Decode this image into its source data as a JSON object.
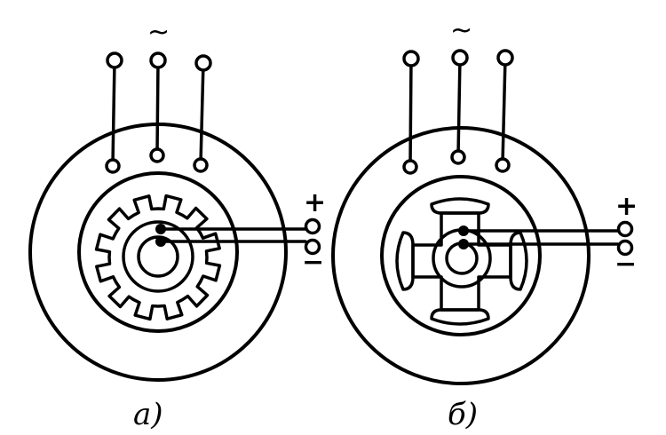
{
  "figures": [
    {
      "id": "a",
      "caption": "а)",
      "supply_symbol": "~",
      "dc_plus": "+",
      "dc_minus": "−",
      "rotor": "gear-rotor"
    },
    {
      "id": "b",
      "caption": "б)",
      "supply_symbol": "~",
      "dc_plus": "+",
      "dc_minus": "−",
      "rotor": "salient-pole-rotor"
    }
  ],
  "colors": {
    "ink": "#000000",
    "background": "#ffffff"
  }
}
